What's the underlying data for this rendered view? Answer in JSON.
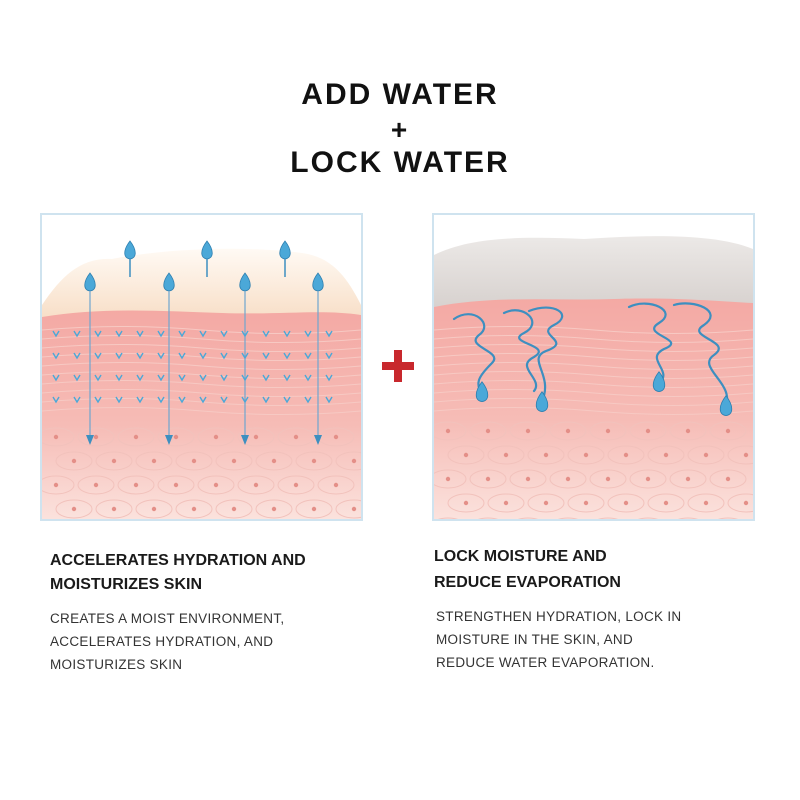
{
  "headline": {
    "line1": "ADD WATER",
    "plus": "+",
    "line2": "LOCK WATER"
  },
  "colors": {
    "skin_pink": "#f4a9a4",
    "cell_pink": "#f9d4cf",
    "top_layer_cream": "#fae6d2",
    "top_layer_grey": "#dcd6d3",
    "water_blue": "#4ba8d8",
    "plus_red": "#c8282d",
    "panel_border": "#cfe3ef"
  },
  "icons": {
    "center": "plus-icon",
    "droplet": "water-droplet-icon"
  },
  "left": {
    "title": [
      "ACCELERATES HYDRATION AND",
      "MOISTURIZES SKIN"
    ],
    "body": [
      "CREATES A MOIST ENVIRONMENT,",
      "ACCELERATES HYDRATION, AND",
      "MOISTURIZES SKIN"
    ]
  },
  "right": {
    "title": [
      "LOCK MOISTURE AND",
      "REDUCE EVAPORATION"
    ],
    "body": [
      "STRENGTHEN HYDRATION, LOCK IN",
      "MOISTURE IN THE SKIN, AND",
      "REDUCE WATER EVAPORATION."
    ]
  }
}
